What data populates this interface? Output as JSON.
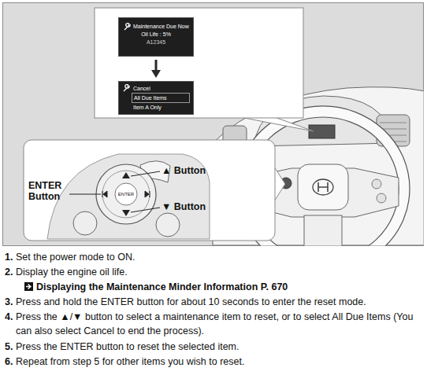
{
  "diagram": {
    "nodes": [
      {
        "text": [
          "Maintenance Due Now",
          "Oil Life : 5%",
          "A12345"
        ]
      },
      {
        "text": [
          "Cancel",
          "All Due Items",
          "Item A Only"
        ]
      }
    ],
    "edges": [
      {
        "from": 0,
        "to": 1,
        "arrow": "to"
      }
    ],
    "labels": [
      "▲ Button",
      "ENTER Button",
      "▼ Button",
      "ENTER",
      "1.",
      "Set the power mode to ON.",
      "2.",
      "Display the engine oil life.",
      "Displaying the Maintenance Minder Information P. 670",
      "3.",
      "Press and hold the ENTER button for about 10 seconds to enter the reset mode.",
      "4.",
      "Press the ▲/▼ button to select a maintenance item to reset, or to select All Due Items (You can also select Cancel to end the process).",
      "5.",
      "Press the ENTER button to reset the selected item.",
      "6.",
      "Repeat from step 5 for other items you wish to reset."
    ]
  }
}
